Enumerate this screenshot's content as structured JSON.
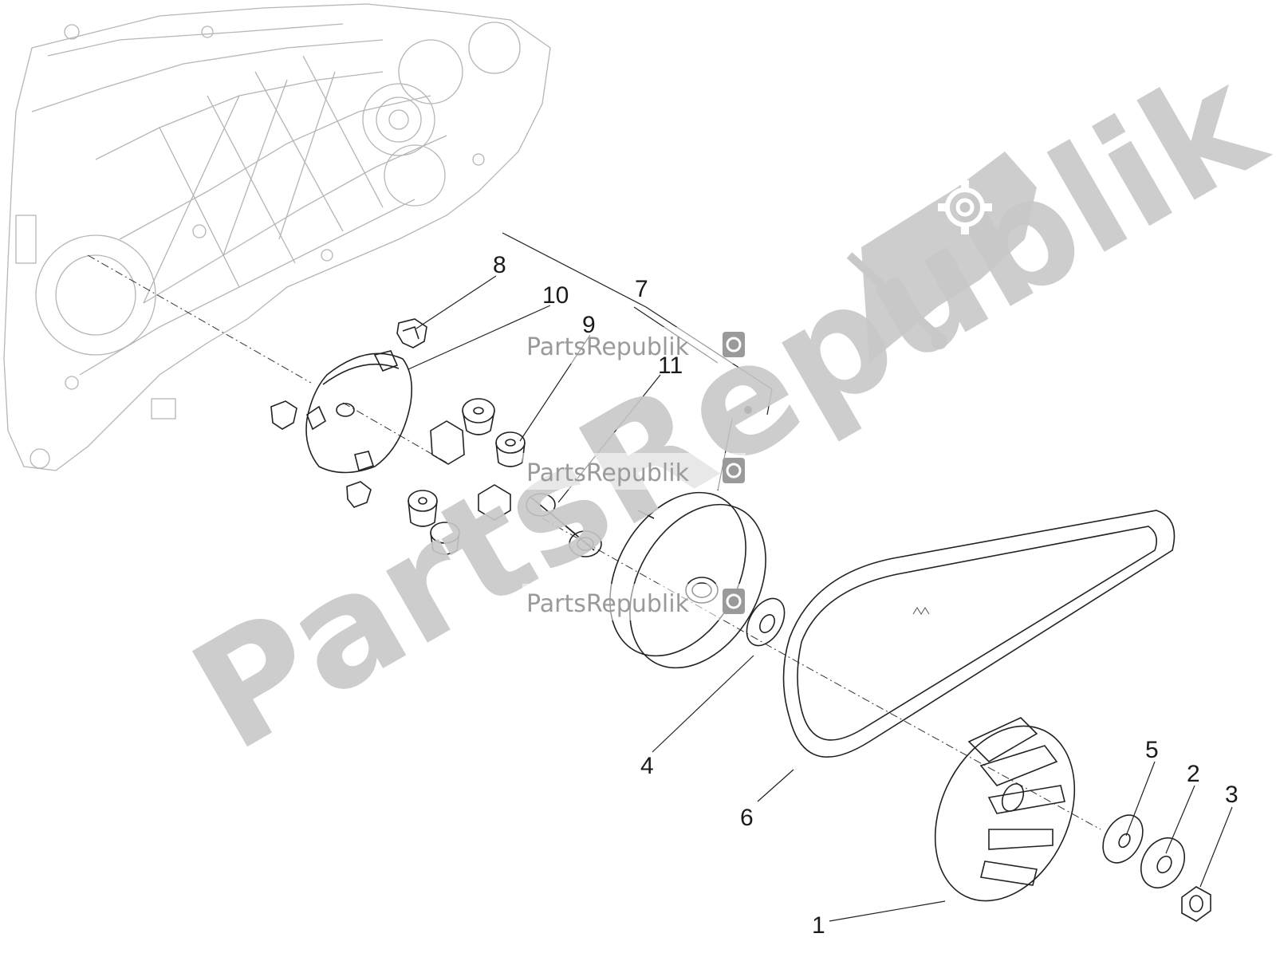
{
  "watermark": {
    "small_text": "PartsRepublik",
    "big_text": "PartsRepublik"
  },
  "callouts": [
    {
      "id": "1",
      "label": "1"
    },
    {
      "id": "2",
      "label": "2"
    },
    {
      "id": "3",
      "label": "3"
    },
    {
      "id": "4",
      "label": "4"
    },
    {
      "id": "5",
      "label": "5"
    },
    {
      "id": "6",
      "label": "6"
    },
    {
      "id": "7",
      "label": "7"
    },
    {
      "id": "8",
      "label": "8"
    },
    {
      "id": "9",
      "label": "9"
    },
    {
      "id": "10",
      "label": "10"
    },
    {
      "id": "11",
      "label": "11"
    }
  ],
  "colors": {
    "line": "#222222",
    "engine_case": "#b5b5b5",
    "watermark": "#c8c8c8"
  },
  "icons": [
    "gear-icon",
    "flag-logo-icon"
  ]
}
